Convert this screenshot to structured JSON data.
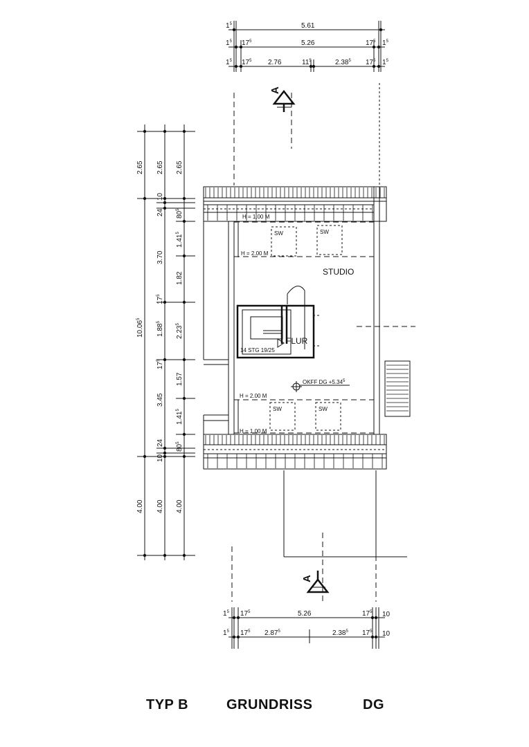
{
  "title": {
    "type": "TYP B",
    "plan": "GRUNDRISS",
    "floor": "DG"
  },
  "rooms": {
    "studio": "STUDIO",
    "flur": "FLUR"
  },
  "labels": {
    "stair": "14 STG 19/25",
    "okff": "OKFF DG +5.34",
    "okff_sup": "5",
    "h100_top": "H = 1.00 M",
    "h200_top": "H = 2.00 M",
    "h200_bottom": "H = 2.00 M",
    "h100_bottom": "H = 1.00 M",
    "sw": "SW",
    "section_top": "A",
    "section_bottom": "A"
  },
  "dims_top": {
    "row1": [
      "1",
      "5.61"
    ],
    "row2": [
      "1",
      "17",
      "5.26",
      "17",
      "1"
    ],
    "row3": [
      "1",
      "17",
      "2.76",
      "11",
      "2.38",
      "17",
      "1"
    ],
    "sup": "5"
  },
  "dims_bottom": {
    "row1": [
      "1",
      "17",
      "5.26",
      "17",
      "10"
    ],
    "row2": [
      "1",
      "17",
      "2.87",
      "2.38",
      "17",
      "10"
    ],
    "sup": "5"
  },
  "dims_left": {
    "col1": [
      "2.65",
      "10.06",
      "4.00"
    ],
    "col1_sup": "5",
    "col2": [
      "2.65",
      "10",
      "24",
      "3.70",
      "17",
      "1.88",
      "17",
      "3.45",
      "24",
      "10",
      "4.00"
    ],
    "col3": [
      "2.65",
      "80",
      "1.41",
      "1.82",
      "2.23",
      "1.57",
      "1.41",
      "80",
      "4.00"
    ],
    "sup": "5"
  }
}
